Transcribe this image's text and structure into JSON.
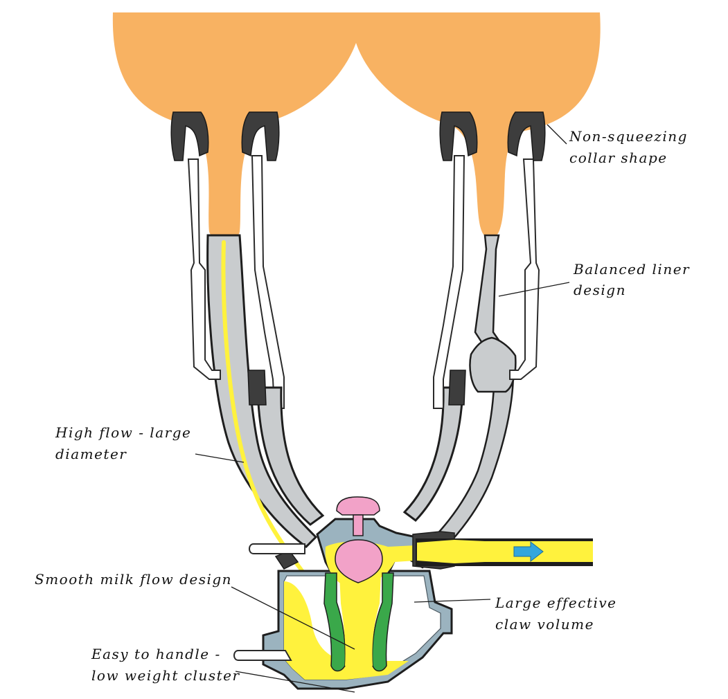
{
  "labels": {
    "collar": {
      "line1": "Non-squeezing",
      "line2": "collar shape"
    },
    "liner": {
      "line1": "Balanced liner",
      "line2": "design"
    },
    "highflow": {
      "line1": "High flow - large",
      "line2": "diameter"
    },
    "smooth": {
      "line1": "Smooth milk flow design"
    },
    "claw": {
      "line1": "Large effective",
      "line2": "claw volume"
    },
    "weight": {
      "line1": "Easy to handle -",
      "line2": "low weight cluster"
    }
  },
  "colors": {
    "udder": "#f8b262",
    "milk": "#fff23d",
    "liner": "#c9ccce",
    "collar": "#3d3d3d",
    "claw_body": "#9bb3bf",
    "valve": "#f2a2c8",
    "inner_channel": "#3aa84a",
    "flow_arrow": "#33a6dd"
  },
  "icons": {
    "flow_arrow": "arrow-right-icon"
  }
}
